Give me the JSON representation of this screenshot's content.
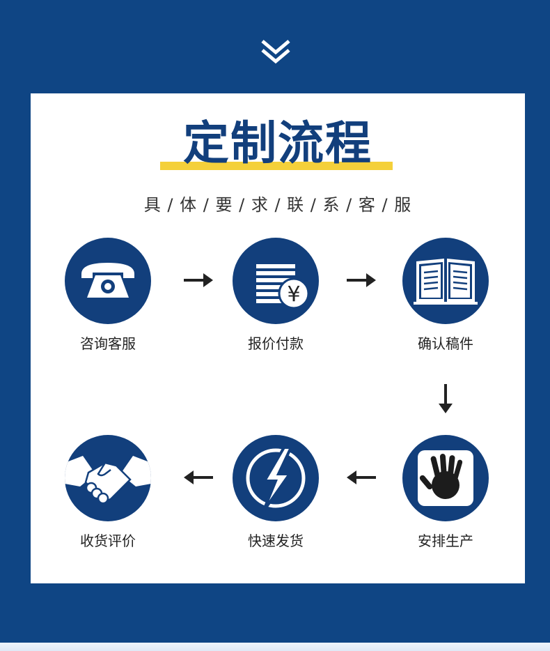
{
  "header": {
    "decor_icon": "double-chevron-down-icon"
  },
  "title": "定制流程",
  "subtitle": "具 / 体 / 要 / 求 / 联 / 系 / 客 / 服",
  "steps": [
    {
      "label": "咨询客服",
      "icon": "telephone-icon"
    },
    {
      "label": "报价付款",
      "icon": "invoice-yen-icon"
    },
    {
      "label": "确认稿件",
      "icon": "open-book-icon"
    },
    {
      "label": "安排生产",
      "icon": "hand-icon"
    },
    {
      "label": "快速发货",
      "icon": "lightning-icon"
    },
    {
      "label": "收货评价",
      "icon": "handshake-icon"
    }
  ],
  "colors": {
    "navy": "#123f7c",
    "background": "#0f4584",
    "accent": "#f4d03a"
  }
}
